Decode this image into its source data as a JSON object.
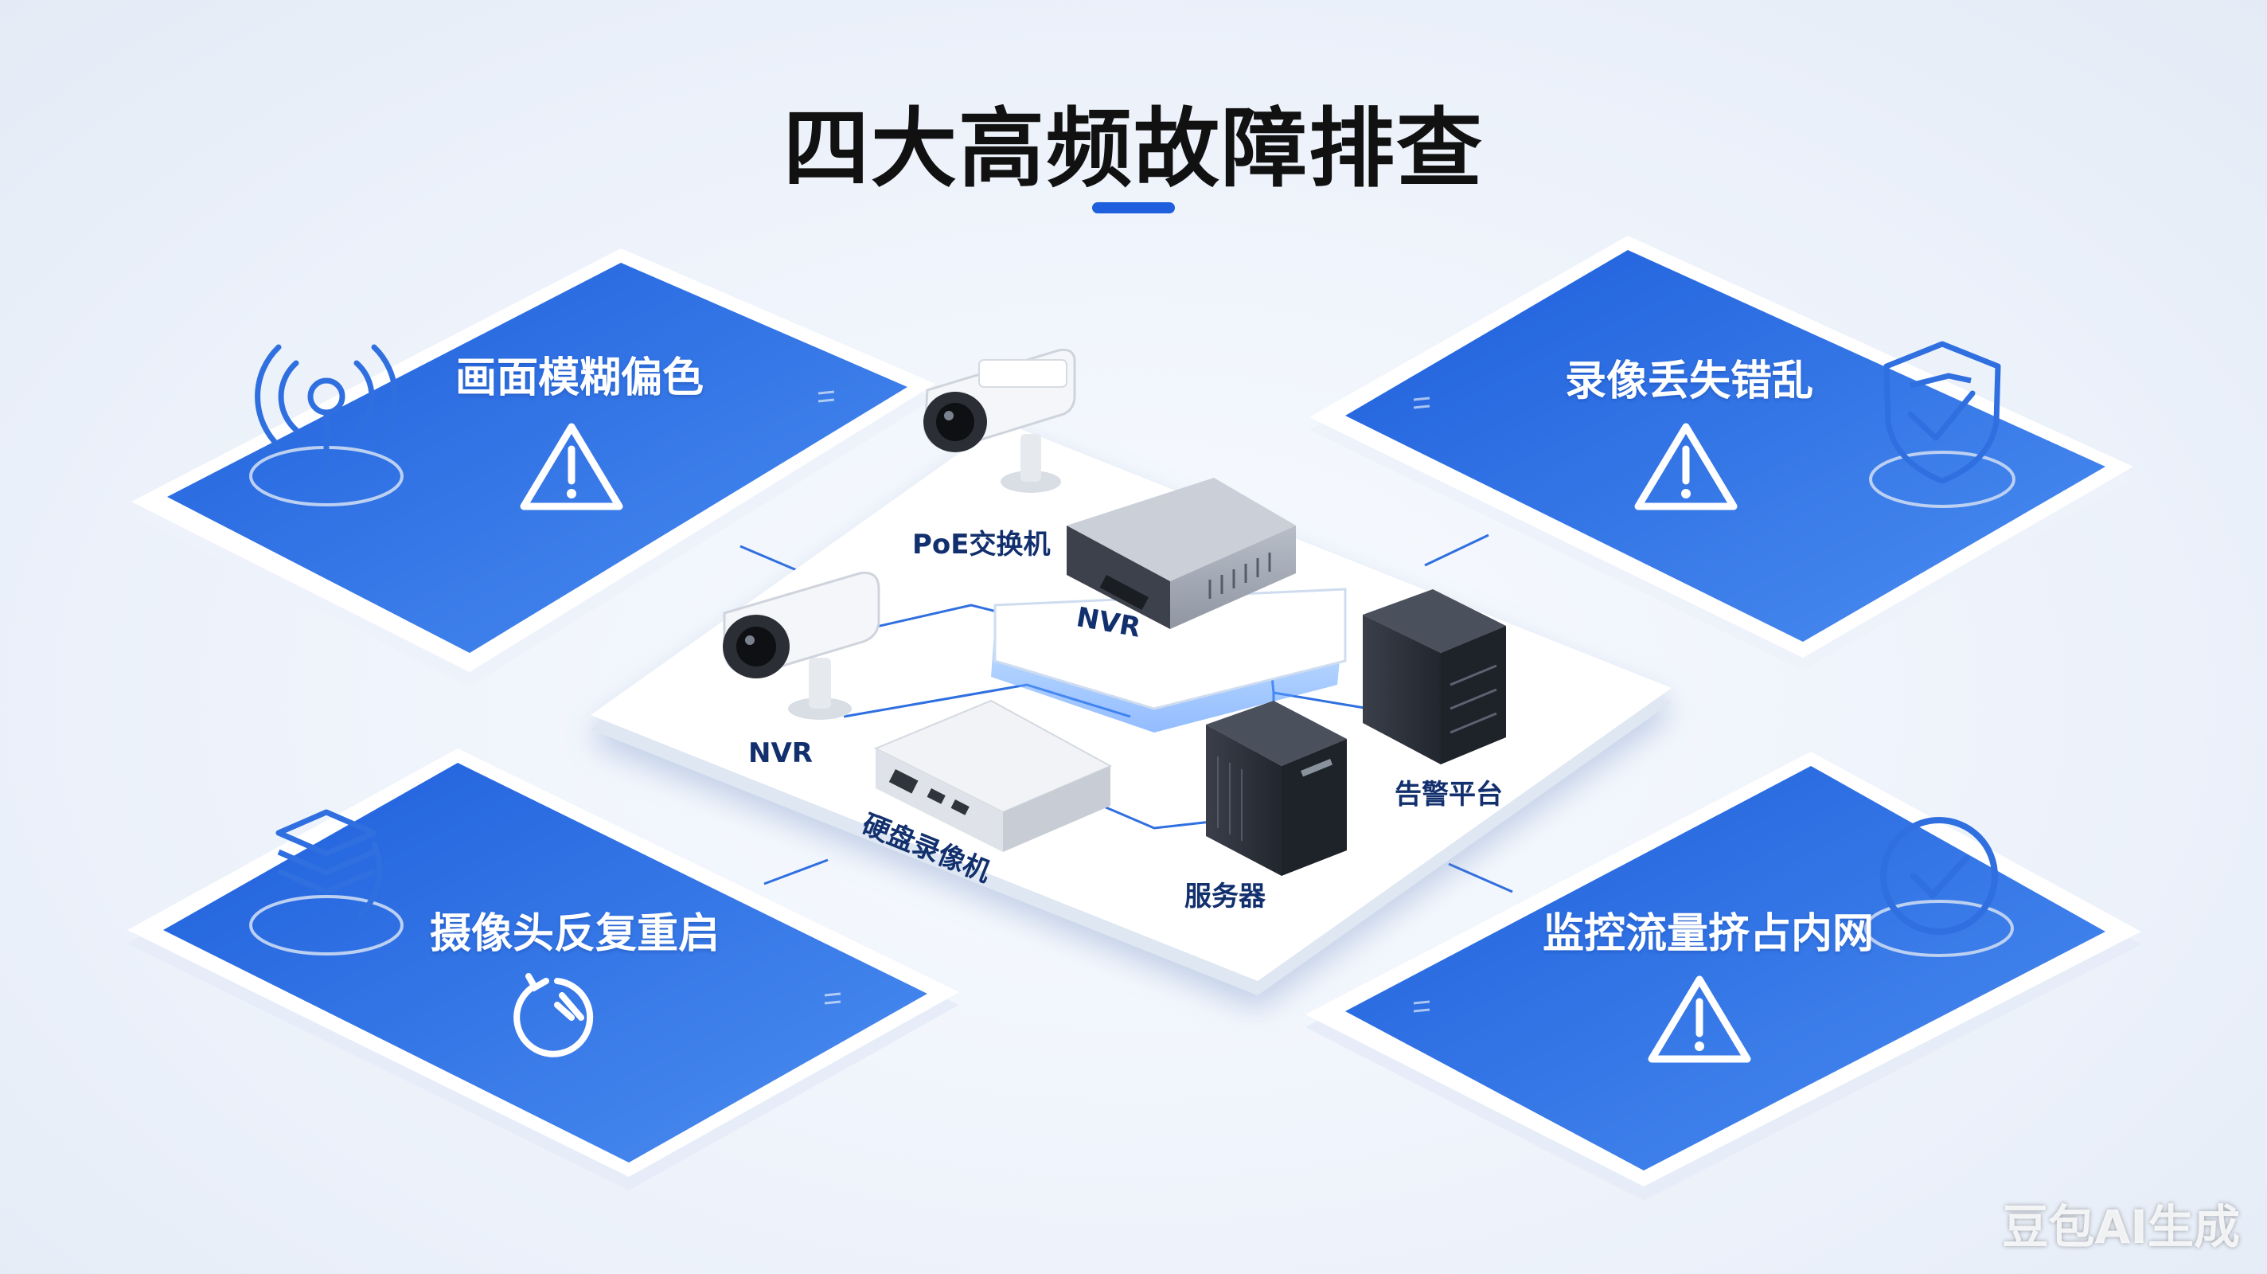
{
  "title": "四大高频故障排查",
  "cards": [
    {
      "label": "画面模糊偏色",
      "icon": "signal-camera-icon"
    },
    {
      "label": "录像丢失错乱",
      "icon": "shield-check-icon"
    },
    {
      "label": "摄像头反复重启",
      "icon": "restart-timer-icon"
    },
    {
      "label": "监控流量挤占内网",
      "icon": "check-circle-icon"
    }
  ],
  "warning_icon": "warning-triangle-icon",
  "devices": {
    "poe_switch": "PoE交换机",
    "nvr_top": "NVR",
    "nvr_left": "NVR",
    "dvr": "硬盘录像机",
    "server": "服务器",
    "alarm_platform": "告警平台"
  },
  "watermark": "豆包AI生成",
  "colors": {
    "card_blue": "#2f6fe0",
    "accent": "#1d5fdc",
    "platform": "#ffffff"
  }
}
